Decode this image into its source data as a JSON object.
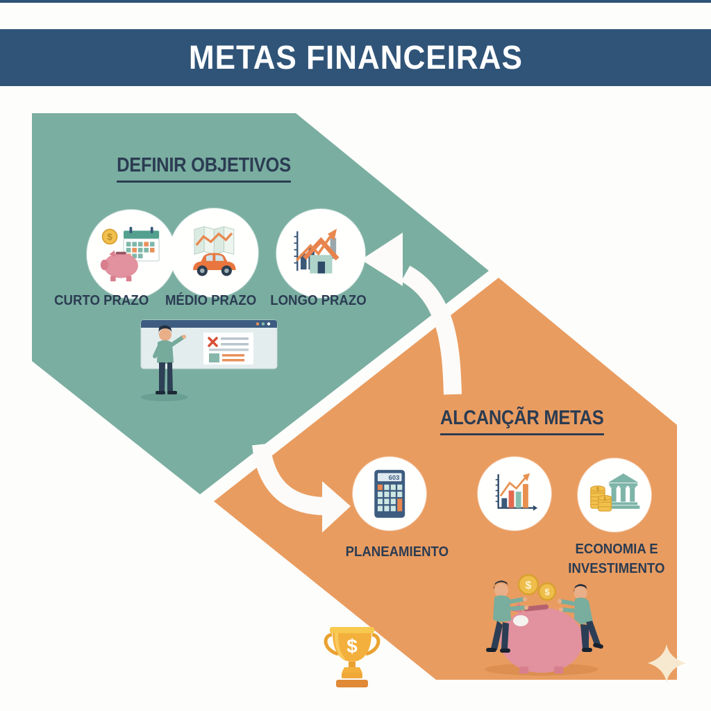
{
  "header": {
    "title": "METAS FINANCEIRAS"
  },
  "define_section": {
    "heading": "DEFINIR OBJETIVOS",
    "items": [
      {
        "label": "CURTO PRAZO",
        "icon": "piggy-bank-calendar-icon"
      },
      {
        "label": "MÉDIO PRAZO",
        "icon": "map-car-icon"
      },
      {
        "label": "LONGO PRAZO",
        "icon": "house-growth-chart-icon"
      }
    ]
  },
  "achieve_section": {
    "heading": "ALCANÇÃR METAS",
    "items": [
      {
        "label": "PLANEAMIENTO",
        "icon": "calculator-icon",
        "display_value": "603"
      },
      {
        "label": "",
        "icon": "growth-bar-chart-icon"
      },
      {
        "label_line1": "ECONOMIA E",
        "label_line2": "INVESTIMENTO",
        "icon": "bank-coins-icon"
      }
    ]
  },
  "illustrations": {
    "presenter": "person-presenting-checklist",
    "teamwork": "two-people-pushing-piggy-bank",
    "trophy": "dollar-trophy",
    "sparkle": "sparkle-star"
  },
  "symbols": {
    "dollar": "$"
  },
  "colors": {
    "header_blue": "#305478",
    "teal": "#7aaea1",
    "orange": "#e99c60",
    "navy_text": "#2b3c52",
    "navy_icon": "#3a5878",
    "gold": "#f2c14d",
    "pink": "#e2919e",
    "arrow_white": "#fcfbf9"
  }
}
